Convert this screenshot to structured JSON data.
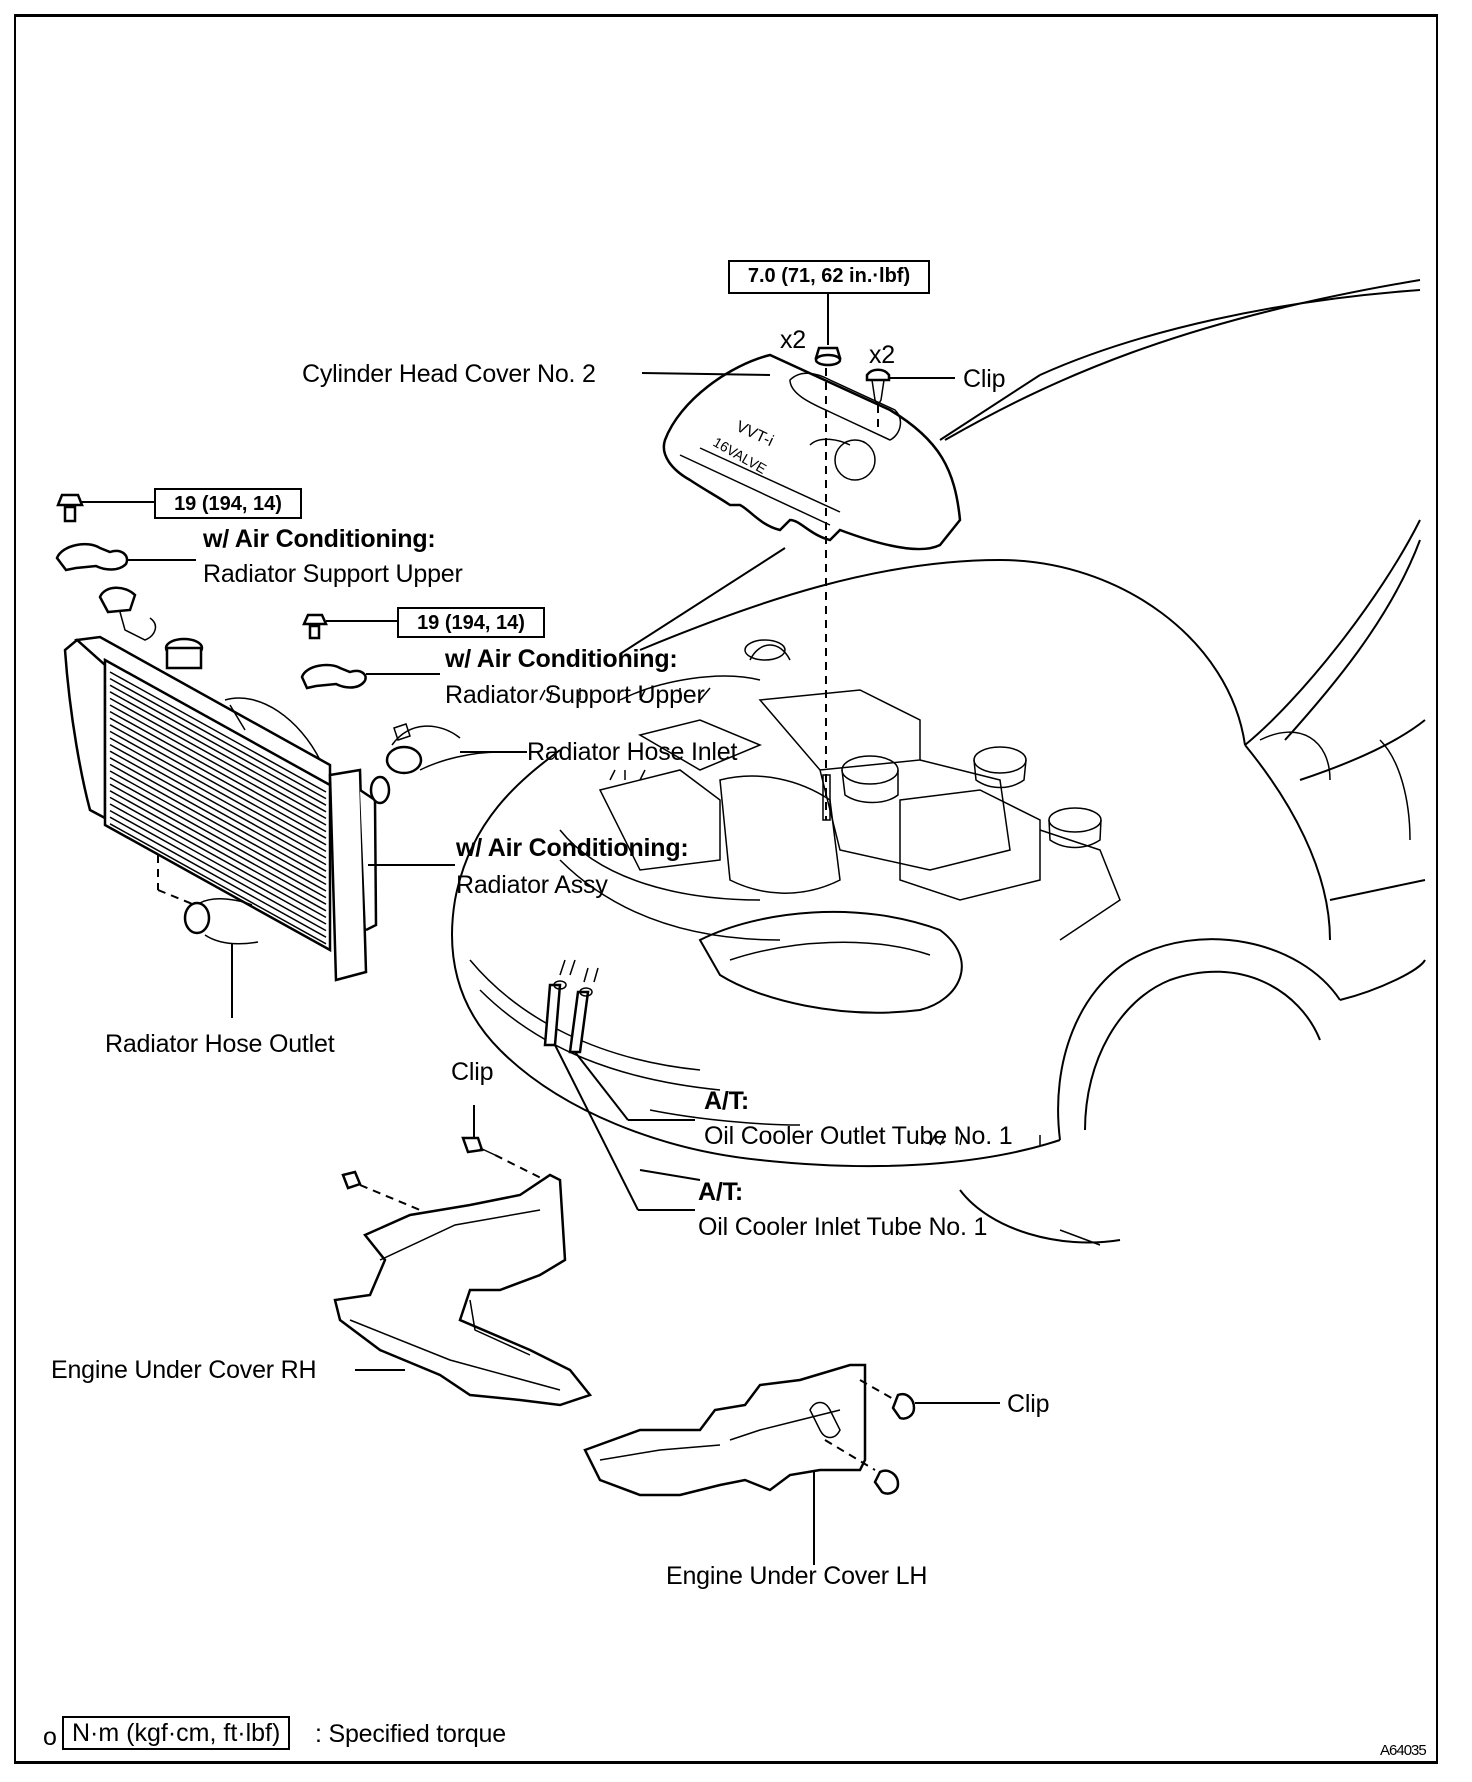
{
  "diagram": {
    "figure_id": "A64035",
    "torque_specs": {
      "cylinder_head_cover_nut": "7.0 (71, 62 in.·lbf)",
      "radiator_support_bolt_1": "19 (194, 14)",
      "radiator_support_bolt_2": "19 (194, 14)"
    },
    "quantities": {
      "cover_nut": "x2",
      "cover_clip": "x2"
    },
    "labels": {
      "cylinder_head_cover": "Cylinder Head Cover No. 2",
      "clip_top": "Clip",
      "support_1_condition": "w/ Air Conditioning:",
      "support_1_name": "Radiator Support Upper",
      "support_2_condition": "w/ Air Conditioning:",
      "support_2_name": "Radiator Support Upper",
      "hose_inlet": "Radiator Hose Inlet",
      "radiator_condition": "w/ Air Conditioning:",
      "radiator_name": "Radiator Assy",
      "hose_outlet": "Radiator Hose Outlet",
      "clip_middle": "Clip",
      "outlet_tube_condition": "A/T:",
      "outlet_tube_name": "Oil Cooler Outlet Tube No. 1",
      "inlet_tube_condition": "A/T:",
      "inlet_tube_name": "Oil Cooler Inlet Tube No. 1",
      "under_cover_rh": "Engine Under Cover RH",
      "clip_bottom": "Clip",
      "under_cover_lh": "Engine Under Cover LH"
    },
    "legend": {
      "marker": "o",
      "unit_box": "N·m (kgf·cm, ft·lbf)",
      "description": ": Specified torque"
    }
  }
}
